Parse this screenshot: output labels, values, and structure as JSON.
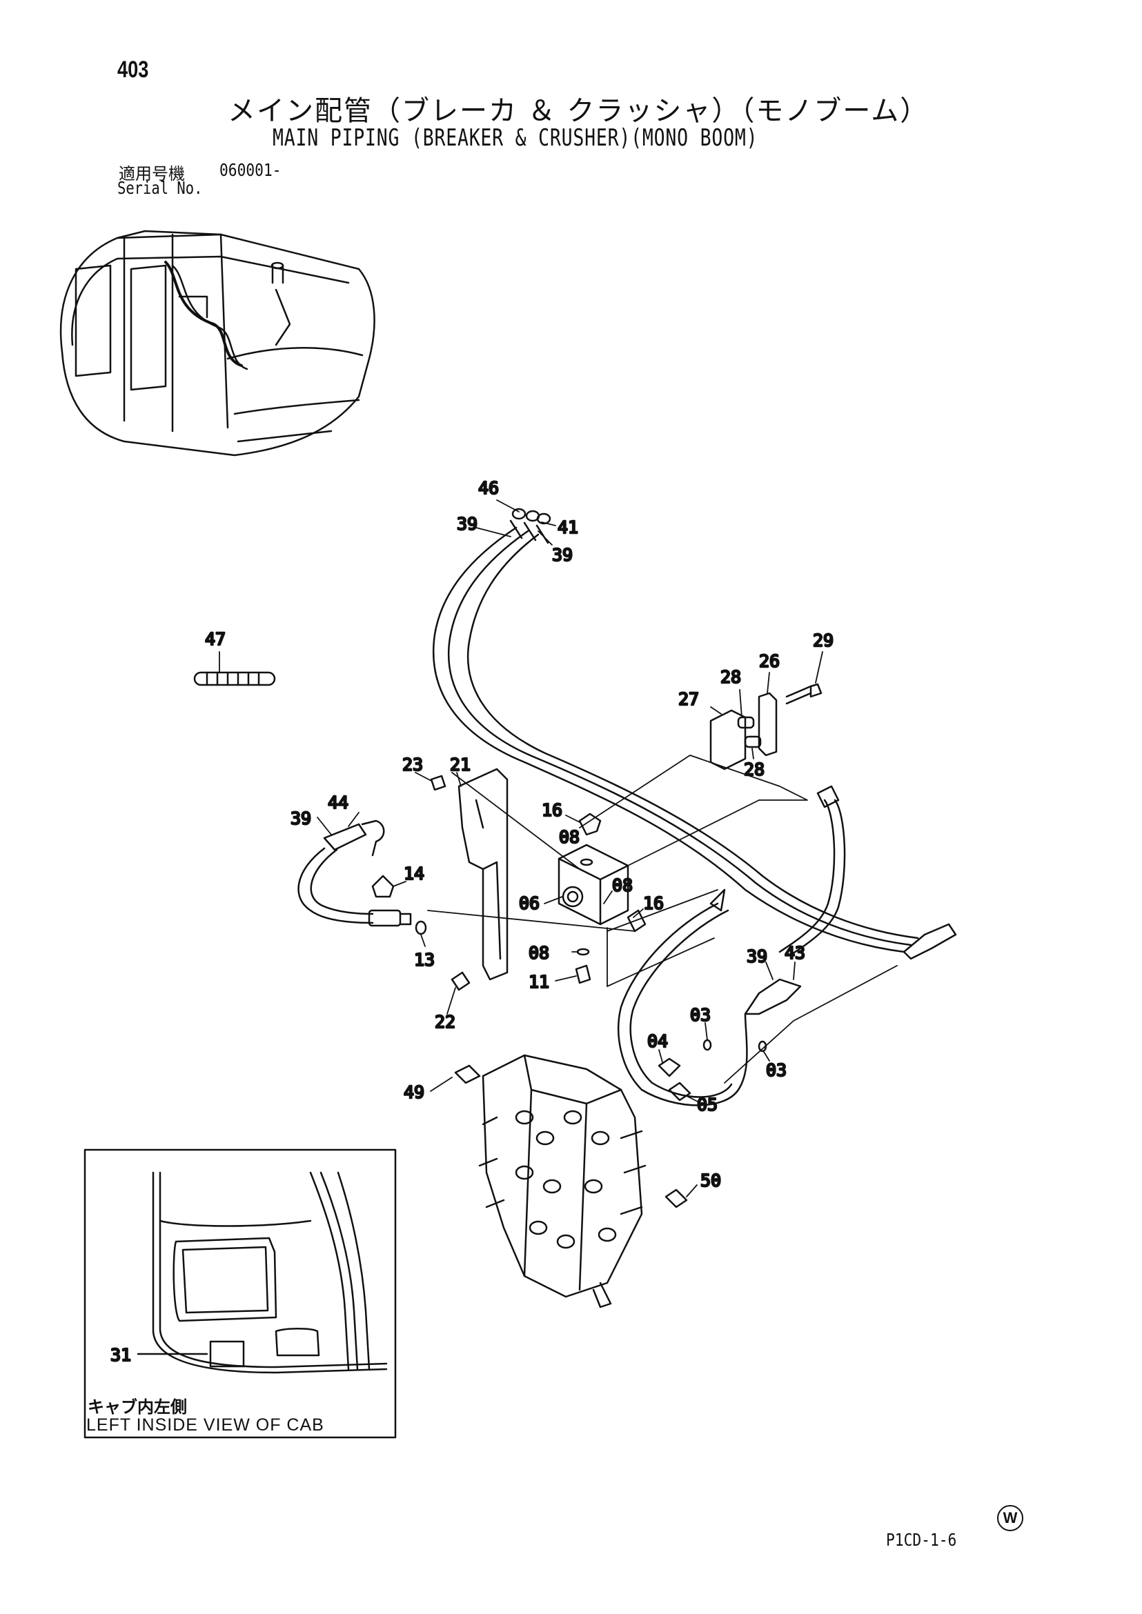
{
  "header": {
    "page_number": "403",
    "title_jp": "メイン配管（ブレーカ ＆ クラッシャ）（モノブーム）",
    "title_en": "MAIN PIPING (BREAKER & CRUSHER)(MONO BOOM)",
    "serial_label_jp": "適用号機",
    "serial_value": "060001-",
    "serial_label_en": "Serial No."
  },
  "callouts": {
    "c46": "46",
    "c39a": "39",
    "c41": "41",
    "c39b": "39",
    "c47": "47",
    "c29": "29",
    "c26": "26",
    "c28a": "28",
    "c27": "27",
    "c28b": "28",
    "c23": "23",
    "c21": "21",
    "c16a": "16",
    "c08a": "08",
    "c44": "44",
    "c39c": "39",
    "c14": "14",
    "c06": "06",
    "c08b": "08",
    "c16b": "16",
    "c13": "13",
    "c08c": "08",
    "c11": "11",
    "c22": "22",
    "c39d": "39",
    "c43": "43",
    "c03a": "03",
    "c04": "04",
    "c03b": "03",
    "c49": "49",
    "c05": "05",
    "c50": "50",
    "c31": "31"
  },
  "inset": {
    "caption_jp": "キャブ内左側",
    "caption_en": "LEFT INSIDE VIEW OF CAB"
  },
  "footer": {
    "mark": "W",
    "drawing_code": "P1CD-1-6"
  }
}
